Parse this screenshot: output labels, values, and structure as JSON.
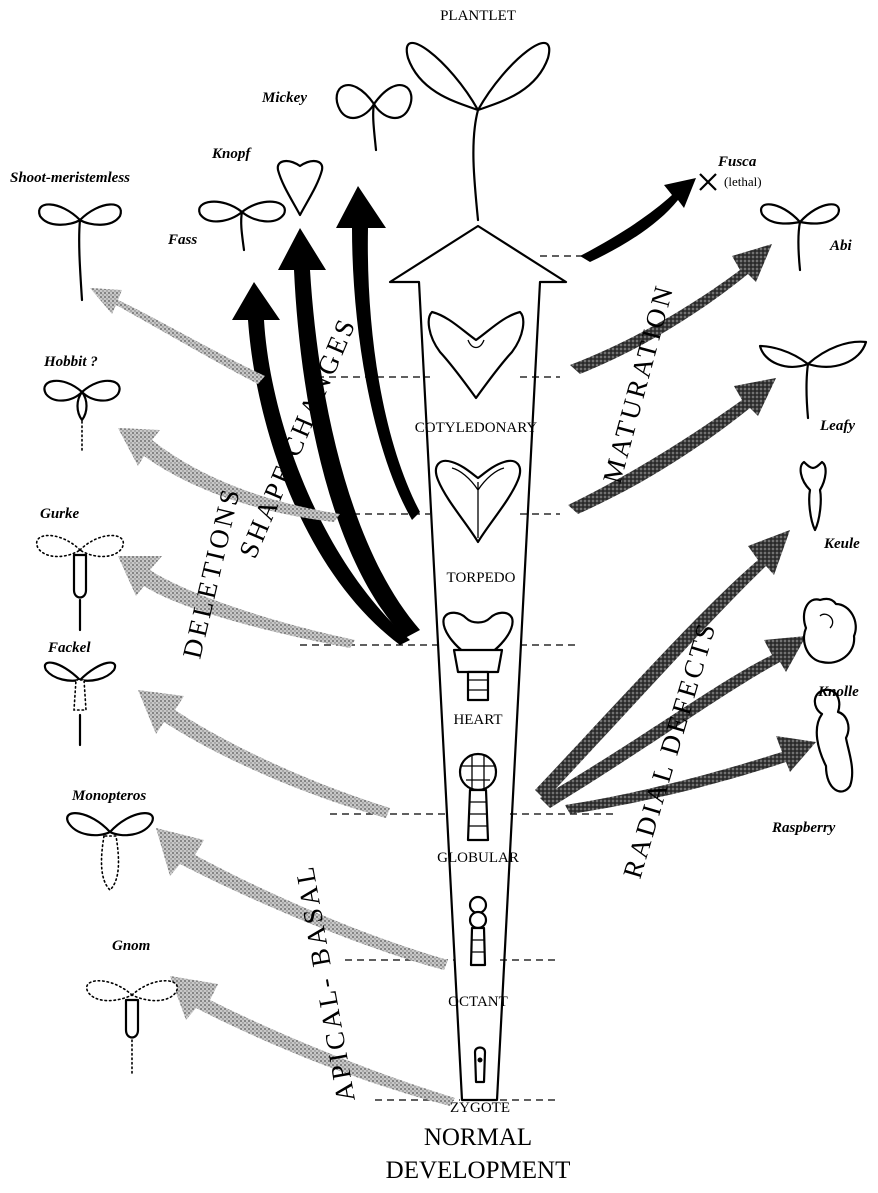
{
  "stages": {
    "plantlet": "PLANTLET",
    "cotyledonary": "COTYLEDONARY",
    "torpedo": "TORPEDO",
    "heart": "HEART",
    "globular": "GLOBULAR",
    "octant": "OCTANT",
    "zygote": "ZYGOTE",
    "normal_line1": "NORMAL",
    "normal_line2": "DEVELOPMENT"
  },
  "categories": {
    "shape_changes": "SHAPE CHANGES",
    "maturation": "MATURATION",
    "deletions": "DELETIONS",
    "radial_defects": "RADIAL DEFECTS",
    "apical_basal": "APICAL- BASAL"
  },
  "mutants": {
    "mickey": "Mickey",
    "knopf": "Knopf",
    "shoot_meristemless": "Shoot-meristemless",
    "fass": "Fass",
    "fusca": "Fusca",
    "fusca_note": "(lethal)",
    "abi": "Abi",
    "hobbit": "Hobbit ?",
    "leafy": "Leafy",
    "gurke": "Gurke",
    "keule": "Keule",
    "fackel": "Fackel",
    "knolle": "Knolle",
    "monopteros": "Monopteros",
    "raspberry": "Raspberry",
    "gnom": "Gnom"
  },
  "colors": {
    "ink": "#000000",
    "background": "#ffffff",
    "stipple": "#7a7a7a",
    "dark_stipple": "#2a2a2a"
  }
}
